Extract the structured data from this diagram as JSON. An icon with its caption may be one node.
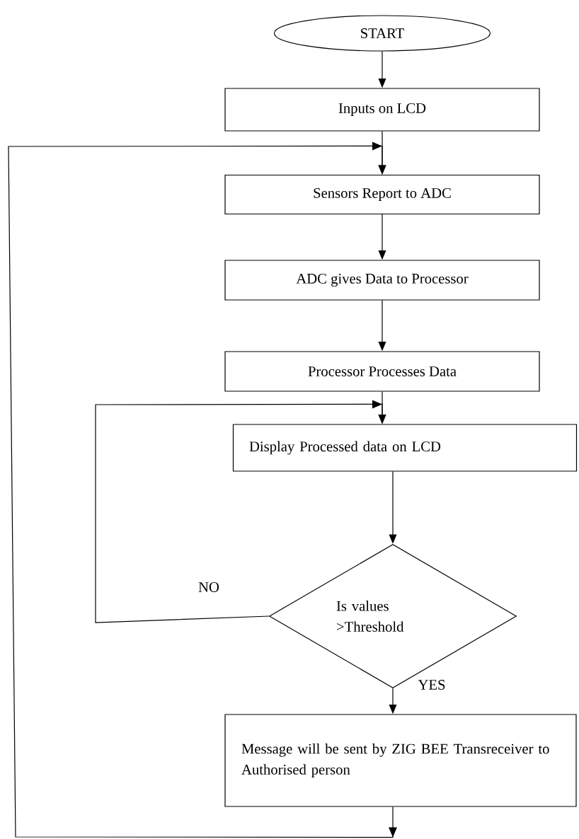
{
  "diagram": {
    "nodes": [
      {
        "text": [
          "START"
        ]
      },
      {
        "text": [
          "Inputs on LCD"
        ]
      },
      {
        "text": [
          "Sensors Report to ADC"
        ]
      },
      {
        "text": [
          "ADC gives Data to Processor"
        ]
      },
      {
        "text": [
          "Processor Processes Data"
        ]
      },
      {
        "text": [
          "Display Processed data on LCD"
        ]
      },
      {
        "text": [
          "Is values >Threshold"
        ]
      },
      {
        "text": [
          "Message will be sent by ZIG BEE Transreceiver to Authorised person"
        ]
      }
    ],
    "edges": [
      {
        "from": 0,
        "to": 1,
        "arrow": "to"
      },
      {
        "from": 1,
        "to": 2,
        "arrow": "to"
      },
      {
        "from": 2,
        "to": 3,
        "arrow": "to"
      },
      {
        "from": 3,
        "to": 4,
        "arrow": "to"
      },
      {
        "from": 4,
        "to": 5,
        "arrow": "to"
      },
      {
        "from": 5,
        "to": 6,
        "arrow": "to"
      },
      {
        "from": 6,
        "to": 5,
        "arrow": "to",
        "label": "NO"
      },
      {
        "from": 6,
        "to": 7,
        "arrow": "to",
        "label": "YES"
      },
      {
        "from": 7,
        "to": 2,
        "arrow": "to"
      }
    ]
  }
}
